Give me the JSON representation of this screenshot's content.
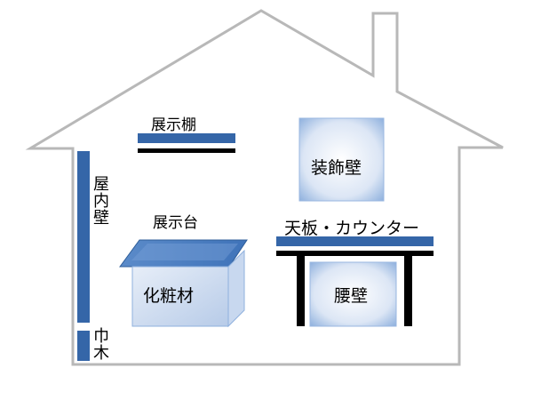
{
  "labels": {
    "display_shelf": "展示棚",
    "decorative_wall": "装飾壁",
    "interior_wall": "屋内壁",
    "display_stand": "展示台",
    "counter_top": "天板・カウンター",
    "cosmetic_material": "化粧材",
    "waist_wall": "腰壁",
    "baseboard": "巾木"
  },
  "colors": {
    "house_outline": "#b8b8b8",
    "blue_strip": "#3566a8",
    "black_strip": "#000000",
    "light_blue_fill": "#c9d8ee",
    "mid_blue_fill": "#6f98cd",
    "top_blue_fill": "#4d7fc0",
    "white": "#ffffff"
  }
}
